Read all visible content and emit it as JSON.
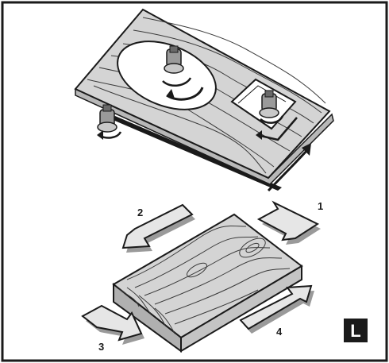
{
  "figure": {
    "badge_letter": "L",
    "steps": [
      {
        "label": "1"
      },
      {
        "label": "2"
      },
      {
        "label": "3"
      },
      {
        "label": "4"
      }
    ]
  },
  "colors": {
    "ink": "#1a1a1a",
    "wood": "#d9d9d9",
    "wood_dark": "#8c8c8c",
    "arrow_fill": "#e6e6e6",
    "arrow_shadow": "#9a9a9a",
    "background": "#ffffff"
  },
  "icons": [
    "sanding-arrow-icon",
    "tabletop-panel",
    "wood-block",
    "rotation-arrow-icon"
  ]
}
